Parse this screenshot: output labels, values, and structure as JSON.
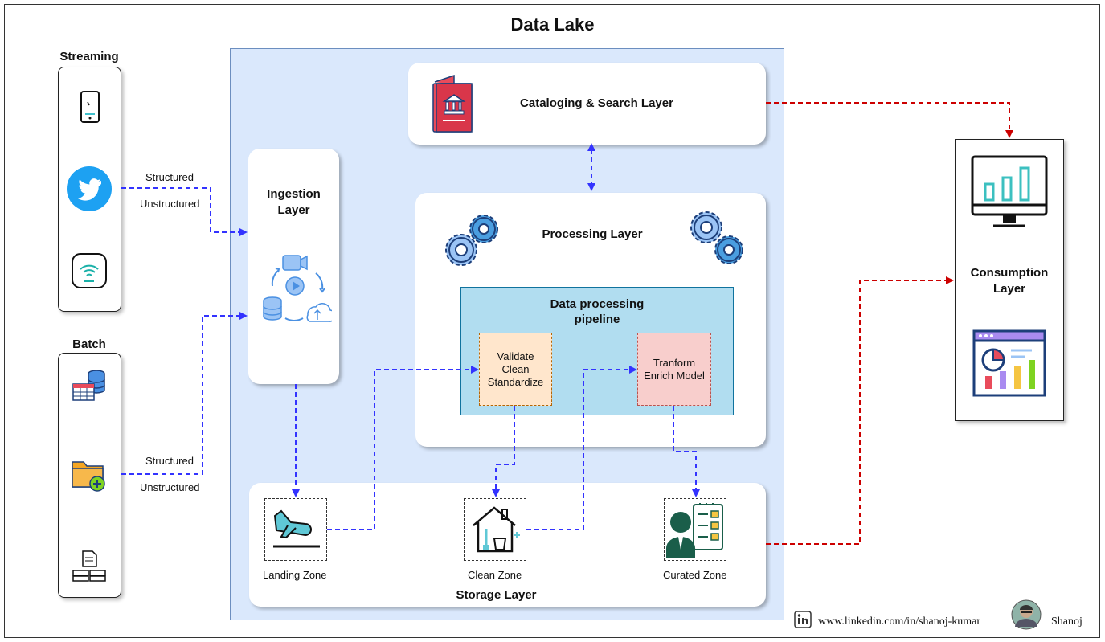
{
  "title": "Data Lake",
  "sources": {
    "streaming_label": "Streaming",
    "batch_label": "Batch",
    "structured_1": "Structured",
    "unstructured_1": "Unstructured",
    "structured_2": "Structured",
    "unstructured_2": "Unstructured"
  },
  "layers": {
    "catalog": "Cataloging & Search Layer",
    "ingestion": "Ingestion Layer",
    "processing": "Processing Layer",
    "pipeline": "Data processing pipeline",
    "step1": "Validate Clean Standardize",
    "step2": "Tranform Enrich Model",
    "storage": "Storage Layer",
    "consumption": "Consumption Layer"
  },
  "zones": {
    "landing": "Landing Zone",
    "clean": "Clean Zone",
    "curated": "Curated Zone"
  },
  "footer": {
    "link": "www.linkedin.com/in/shanoj-kumar",
    "name": "Shanoj"
  },
  "colors": {
    "flow_blue": "#3333ff",
    "flow_red": "#cc0000",
    "lake_bg": "#dae8fc",
    "pipeline_bg": "#b1ddf0",
    "step1_bg": "#ffe6cc",
    "step2_bg": "#f8cecc"
  }
}
